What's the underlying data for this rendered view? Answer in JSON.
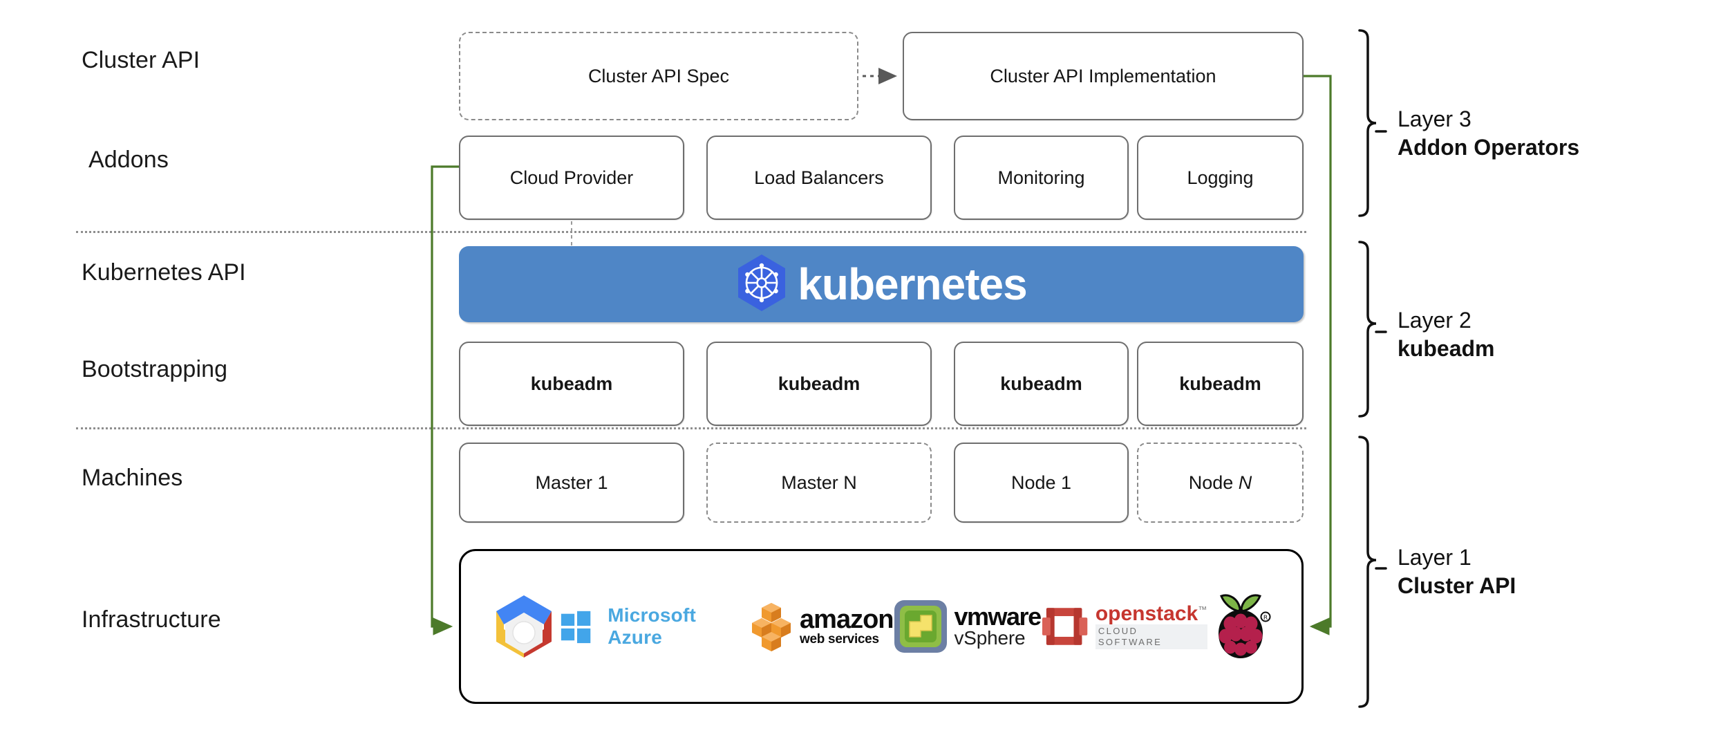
{
  "diagram": {
    "title": "Kubernetes Cluster API layered architecture",
    "accent_green": "#4c7a2a",
    "kubernetes_blue": "#4f86c6",
    "box_border": "#6e6e6e"
  },
  "row_labels": [
    {
      "id": "cluster-api",
      "text": "Cluster API"
    },
    {
      "id": "addons",
      "text": "Addons"
    },
    {
      "id": "kubernetes-api",
      "text": "Kubernetes API"
    },
    {
      "id": "bootstrapping",
      "text": "Bootstrapping"
    },
    {
      "id": "machines",
      "text": "Machines"
    },
    {
      "id": "infrastructure",
      "text": "Infrastructure"
    }
  ],
  "cluster_api_row": {
    "spec": {
      "label": "Cluster API Spec",
      "style": "dashed"
    },
    "implementation": {
      "label": "Cluster API Implementation",
      "style": "solid"
    },
    "arrow": "dotted-arrow-right"
  },
  "addons_row": [
    {
      "label": "Cloud Provider"
    },
    {
      "label": "Load Balancers"
    },
    {
      "label": "Monitoring"
    },
    {
      "label": "Logging"
    }
  ],
  "kubernetes_banner": {
    "wordmark": "kubernetes",
    "logo": "kubernetes-helm-wheel-icon",
    "background": "#4f86c6"
  },
  "bootstrapping_row": [
    {
      "label": "kubeadm"
    },
    {
      "label": "kubeadm"
    },
    {
      "label": "kubeadm"
    },
    {
      "label": "kubeadm"
    }
  ],
  "machines_row": [
    {
      "label": "Master 1",
      "label_plain": "Master ",
      "label_em": "",
      "style": "solid"
    },
    {
      "label": "Master N",
      "label_plain": "Master ",
      "label_em": "N",
      "style": "dashed"
    },
    {
      "label": "Node 1",
      "label_plain": "Node ",
      "label_em": "",
      "style": "solid"
    },
    {
      "label": "Node N",
      "label_plain": "Node ",
      "label_em": "N",
      "style": "dashed"
    }
  ],
  "infrastructure_row": {
    "providers": [
      {
        "name": "Google Cloud Platform",
        "icon": "google-cloud-hexagon-icon"
      },
      {
        "name": "Microsoft Azure",
        "icon": "microsoft-azure-icon",
        "text": "Microsoft Azure"
      },
      {
        "name": "Amazon Web Services",
        "icon": "aws-cubes-icon",
        "text_top": "amazon",
        "text_bottom": "web services"
      },
      {
        "name": "VMware vSphere",
        "icon": "vmware-vsphere-icon",
        "text_top": "vmware",
        "text_bottom": "vSphere"
      },
      {
        "name": "OpenStack",
        "icon": "openstack-icon",
        "text_top_light": "open",
        "text_top_bold": "stack",
        "text_trademark": "™",
        "text_bottom": "CLOUD SOFTWARE"
      },
      {
        "name": "Raspberry Pi",
        "icon": "raspberry-pi-icon"
      }
    ]
  },
  "layers": [
    {
      "id": "layer-3",
      "title": "Layer 3",
      "subtitle": "Addon Operators"
    },
    {
      "id": "layer-2",
      "title": "Layer 2",
      "subtitle": "kubeadm"
    },
    {
      "id": "layer-1",
      "title": "Layer 1",
      "subtitle": "Cluster API"
    }
  ]
}
